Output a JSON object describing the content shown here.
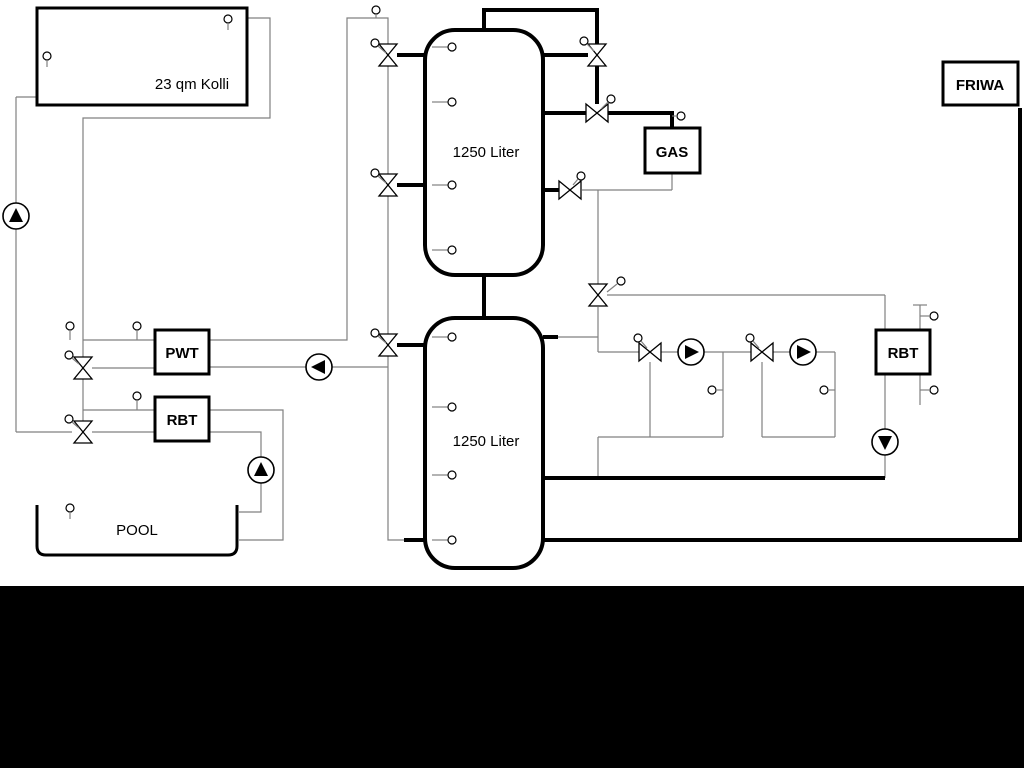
{
  "title": "Heating system hydraulic schematic",
  "colors": {
    "background": "#ffffff",
    "letterbox": "#000000",
    "pipe-thin": "#808080",
    "pipe-thick": "#000000"
  },
  "labels": {
    "collector": "23 qm Kolli",
    "buffer_tank_top": "1250 Liter",
    "buffer_tank_bottom": "1250 Liter",
    "heat_exchanger": "PWT",
    "boiler_left": "RBT",
    "pool": "POOL",
    "gas_boiler": "GAS",
    "fresh_water_station": "FRIWA",
    "boiler_right": "RBT"
  }
}
